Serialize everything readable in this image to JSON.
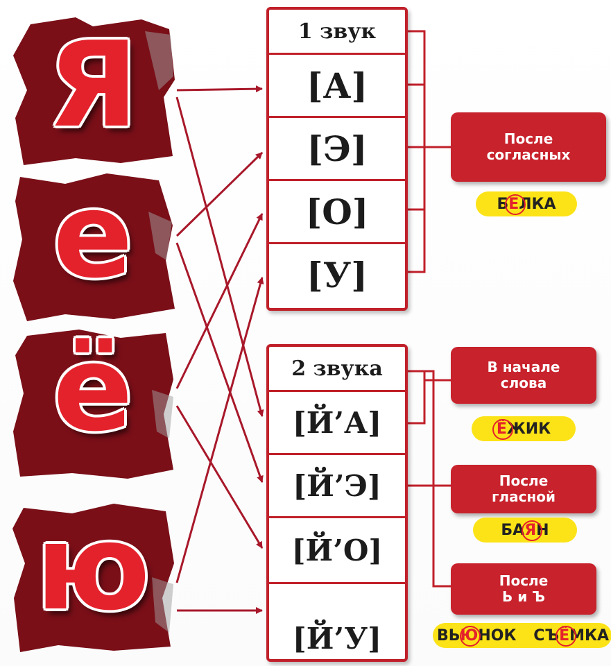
{
  "letters": [
    "Я",
    "е",
    "ё",
    "ю"
  ],
  "one_sound": {
    "title": "1 звук",
    "sounds": [
      "[А]",
      "[Э]",
      "[О]",
      "[У]"
    ]
  },
  "two_sounds": {
    "title": "2 звука",
    "sounds": [
      "[Й’А]",
      "[Й’Э]",
      "[Й’О]",
      "[Й’У]"
    ]
  },
  "rules": {
    "after_consonants": {
      "label": "После согласных",
      "example": {
        "before": "Б",
        "hl": "Е",
        "after": "ЛКА"
      }
    },
    "word_start": {
      "label": "В начале слова",
      "example": {
        "before": "",
        "hl": "Ё",
        "after": "ЖИК"
      }
    },
    "after_vowel": {
      "label": "После гласной",
      "example": {
        "before": "БА",
        "hl": "Я",
        "after": "Н"
      }
    },
    "after_signs": {
      "label": "После Ь и Ъ",
      "examples": [
        {
          "before": "ВЬ",
          "hl": "Ю",
          "after": "НОК"
        },
        {
          "before": "СЪ",
          "hl": "Ё",
          "after": "МКА"
        }
      ]
    }
  },
  "colors": {
    "accent": "#c0202a",
    "letter": "#e4222c",
    "tile": "#7a0f18",
    "pill": "#fce317"
  }
}
